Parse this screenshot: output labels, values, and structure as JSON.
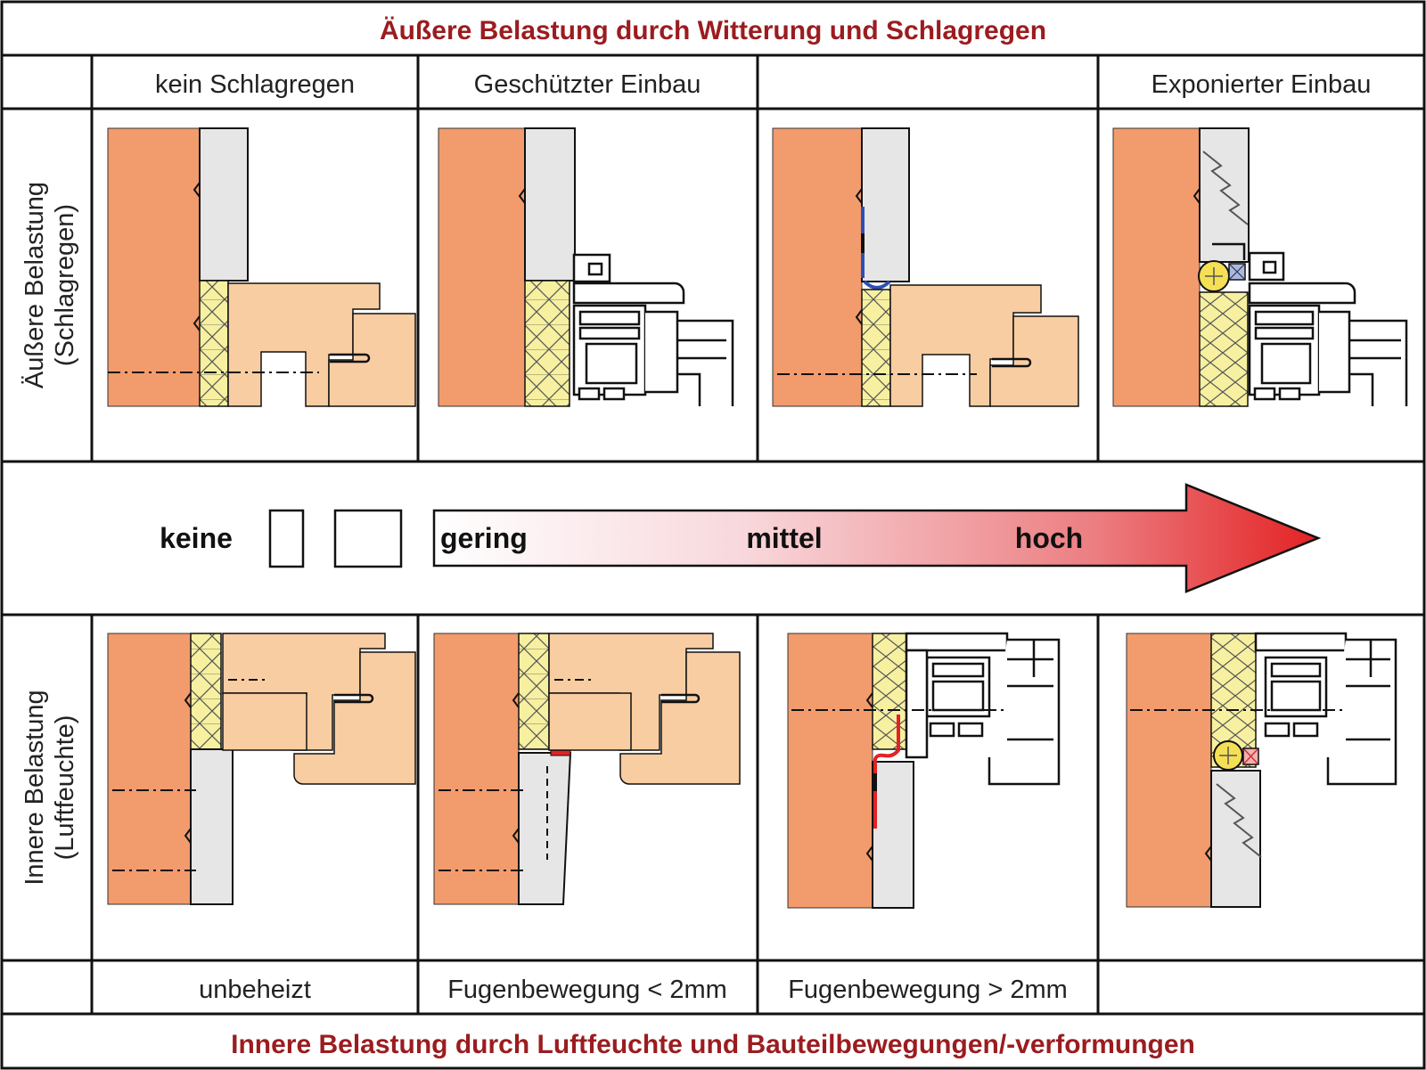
{
  "header": {
    "title_top": "Äußere Belastung durch Witterung und Schlagregen",
    "title_bottom": "Innere Belastung durch Luftfeuchte und Bauteilbewegungen/-verformungen"
  },
  "columns_top": [
    "kein Schlagregen",
    "Geschützter Einbau",
    "",
    "Exponierter Einbau"
  ],
  "columns_bottom": [
    "unbeheizt",
    "Fugenbewegung < 2mm",
    "Fugenbewegung > 2mm",
    ""
  ],
  "row_labels": {
    "outer": [
      "Äußere Belastung",
      "(Schlagregen)"
    ],
    "inner": [
      "Innere Belastung",
      "(Luftfeuchte)"
    ]
  },
  "scale": {
    "none_label": "keine",
    "low_label": "gering",
    "mid_label": "mittel",
    "high_label": "hoch"
  },
  "colors": {
    "title_red": "#9b1c1f",
    "brick": "#f29b6c",
    "plaster": "#e6e6e6",
    "insulation": "#f6f0a0",
    "wood": "#f9cda2",
    "arrow_high": "#e32224"
  }
}
